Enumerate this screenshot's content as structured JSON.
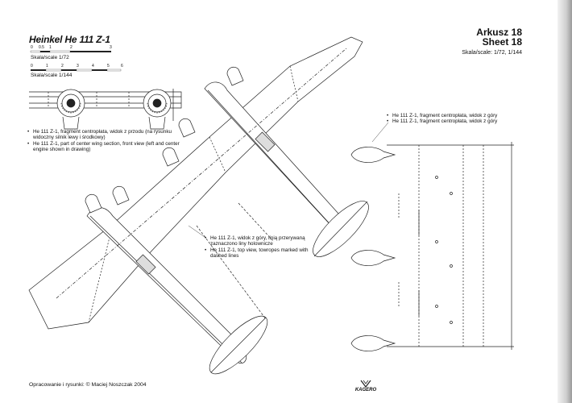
{
  "header": {
    "title": "Heinkel He 111 Z-1",
    "sheet_pl": "Arkusz 18",
    "sheet_en": "Sheet 18",
    "scale_text": "Skala/scale: 1/72, 1/144"
  },
  "scales": [
    {
      "ticks": [
        "0",
        "0.5",
        "1",
        "2",
        "3"
      ],
      "label": "Skala/scale 1/72"
    },
    {
      "ticks": [
        "0",
        "1",
        "2",
        "3",
        "4",
        "5",
        "6"
      ],
      "label": "Skala/scale 1/144"
    }
  ],
  "notes": {
    "front_view": [
      "He 111 Z-1, fragment centropłata, widok z przodu (na rysunku widoczny silnik lewy i środkowy)",
      "He 111 Z-1, part of center wing section, front view (left and center engine shown in drawing)"
    ],
    "top_fragment": [
      "He 111 Z-1, fragment centropłata, widok z góry",
      "He 111 Z-1, fragment centropłata, widok z góry"
    ],
    "top_view": [
      "He 111 Z-1, widok z góry, linią przerywaną zaznaczono liny holownicze",
      "He 111 Z-1, top view, towropes marked with dashed lines"
    ]
  },
  "footer": {
    "credit": "Opracowanie i rysunki: © Maciej Noszczak 2004",
    "logo": "KAGERO"
  }
}
